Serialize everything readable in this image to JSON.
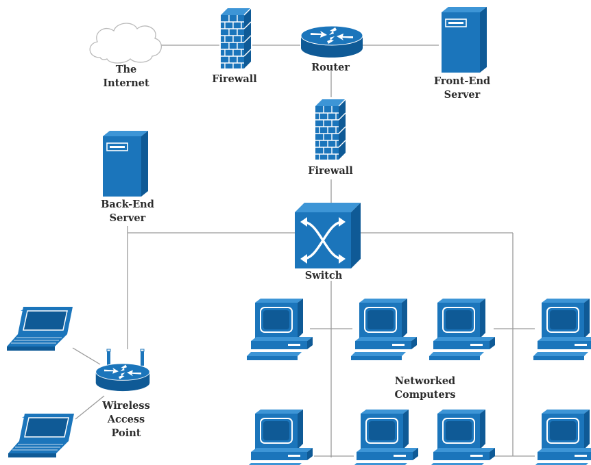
{
  "diagram": {
    "colors": {
      "icon_fill": "#1b75bb",
      "icon_dark": "#0f5a96",
      "icon_light": "#3d95d6",
      "line": "#9a9a9a",
      "label": "#2b2b2b",
      "cloud_stroke": "#b9b9b9"
    },
    "nodes": {
      "internet": {
        "label_lines": [
          "The",
          "Internet"
        ],
        "icon": "cloud-icon"
      },
      "firewall_top": {
        "label_lines": [
          "Firewall"
        ],
        "icon": "firewall-icon"
      },
      "router": {
        "label_lines": [
          "Router"
        ],
        "icon": "router-icon"
      },
      "front_end_server": {
        "label_lines": [
          "Front-End",
          "Server"
        ],
        "icon": "server-icon"
      },
      "firewall_mid": {
        "label_lines": [
          "Firewall"
        ],
        "icon": "firewall-icon"
      },
      "back_end_server": {
        "label_lines": [
          "Back-End",
          "Server"
        ],
        "icon": "server-icon"
      },
      "switch": {
        "label_lines": [
          "Switch"
        ],
        "icon": "switch-icon"
      },
      "wireless_access_point": {
        "label_lines": [
          "Wireless",
          "Access",
          "Point"
        ],
        "icon": "wireless-router-icon"
      },
      "networked_computers": {
        "label_lines": [
          "Networked",
          "Computers"
        ],
        "icon": "desktop-computer-icon"
      },
      "laptops": {
        "icon": "laptop-icon"
      }
    }
  }
}
